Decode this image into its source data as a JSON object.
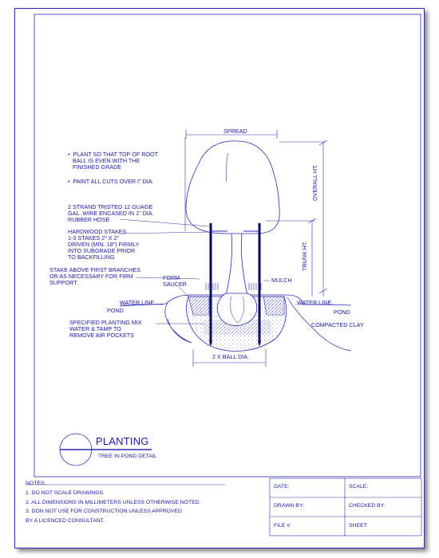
{
  "drawing": {
    "spread": "SPREAD",
    "overall_ht": "OVERALL HT.",
    "trunk_ht": "TRUNK HT.",
    "note_plant": "•  PLANT SO THAT TOP OF ROOT\n   BALL IS EVEN WITH THE\n   FINISHED GRADE",
    "note_paint": "•  PAINT ALL CUTS OVER I\" DIA.",
    "wire": "2 STRAND TRISTED 12 GUAGE\nGAL. WIRE ENCASED IN 1\" DIA.\nRUBBER HOSE",
    "stakes": "HARDWOOD STAKES\n1-3 STAKES 2\" X 2\"\nDRIVEN (MIN. 18\") FIRMLY\nINTO SUBGRADE PRIOR\nTO BACKFILLING",
    "stake_above": "STAKE ABOVE FIRST BRANCHES\nOR AS NECESSARY FOR FIRM\nSUPPORT",
    "form_saucer": "FORM\nSAUCER",
    "mulch": "MULCH",
    "water_line_left": "WATER LINE",
    "pond_left": "POND",
    "water_line_right": "WATER LINE",
    "pond_right": "POND",
    "planting_mix": "SPECIFIED PLANTING MIX\nWATER & TAMP TO\nREMOVE AIR POCKETS",
    "compacted_clay": "COMPACTED CLAY",
    "ball_dia": "2 X BALL DIA."
  },
  "title": {
    "main": "PLANTING",
    "sub": "TREE IN POND DETAIL"
  },
  "notes": {
    "heading": "NOTES:",
    "items": [
      "1.  DO NOT SCALE DRAWINGS.",
      "2.  ALL DIMENSIONS IN MILLIMETERS UNLESS OTHERWISE NOTED.",
      "3. DON NOT USE FOR CONSTRUCTION UNLESS APPROVED",
      "     BY A LICENCED CONSULTANT."
    ]
  },
  "title_block": {
    "date": "DATE:",
    "scale": "SCALE:",
    "drawn_by": "DRAWN BY:",
    "checked_by": "CHECKED BY:",
    "file_no": "FILE #:",
    "sheet": "SHEET:"
  },
  "colors": {
    "ink": "#1a1aa6",
    "line": "#2b2bb0",
    "stake": "#0a0a5c"
  }
}
